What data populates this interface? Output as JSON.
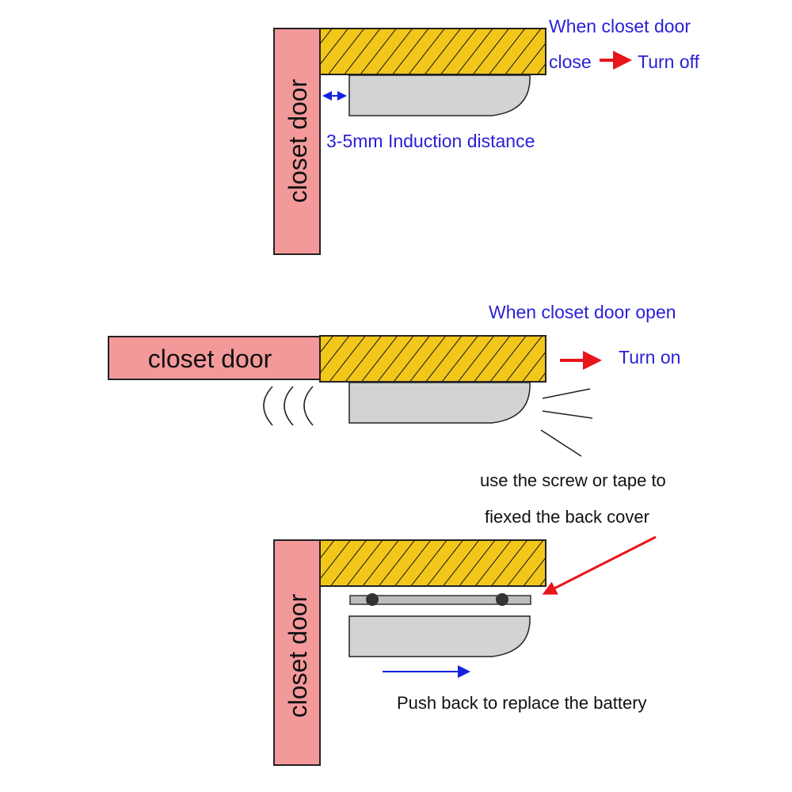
{
  "closed_panel": {
    "door_label": "closet door",
    "state_line1": "When closet door",
    "state_line2_prefix": "close",
    "state_result": "Turn off",
    "distance_label": "3-5mm Induction distance"
  },
  "open_panel": {
    "door_label": "closet door",
    "state_label": "When closet door open",
    "state_result": "Turn on"
  },
  "battery_panel": {
    "door_label": "closet door",
    "screw_note_line1": "use the screw or tape to",
    "screw_note_line2": "fiexed the back cover",
    "push_label": "Push back to replace the battery"
  },
  "colors": {
    "door_fill": "#f4999a",
    "shelf_fill": "#f3c61a",
    "sensor_fill": "#d3d3d3",
    "label_blue": "#2a1fd6",
    "pointer_red": "#e8161b",
    "push_arrow_blue": "#1422e0"
  }
}
